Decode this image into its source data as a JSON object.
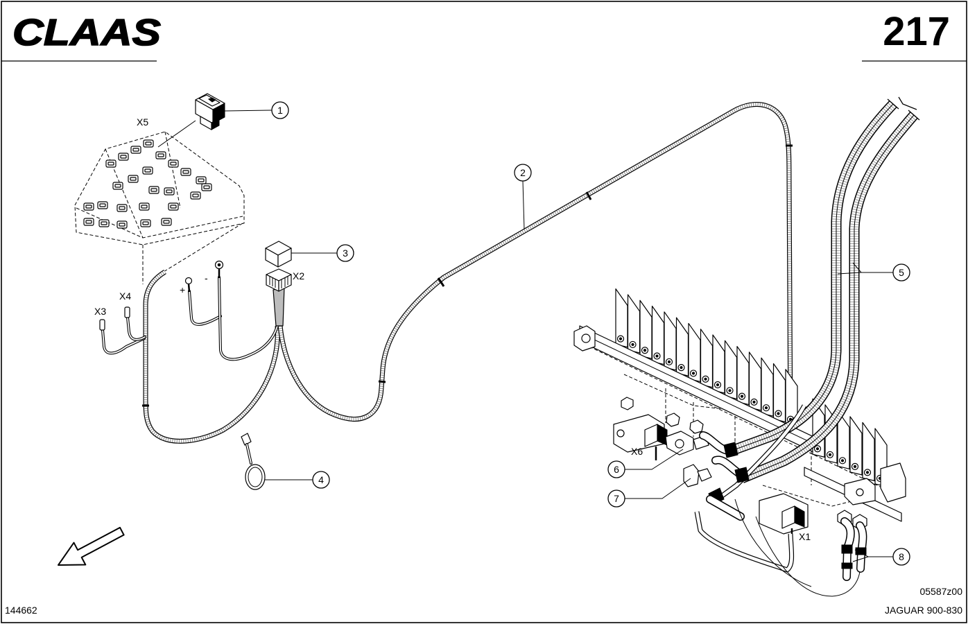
{
  "header": {
    "brand": "CLAAS",
    "page_number": "217"
  },
  "callouts": [
    "1",
    "2",
    "3",
    "4",
    "5",
    "6",
    "7",
    "8"
  ],
  "labels": {
    "x5": "X5",
    "x3": "X3",
    "x4": "X4",
    "x2": "X2",
    "x6": "X6",
    "x1": "X1",
    "plus": "+",
    "minus": "-"
  },
  "footer": {
    "drawing_code": "05587z00",
    "doc_number": "144662",
    "model": "JAGUAR 900-830"
  },
  "colors": {
    "ink": "#000000",
    "paper": "#ffffff"
  }
}
